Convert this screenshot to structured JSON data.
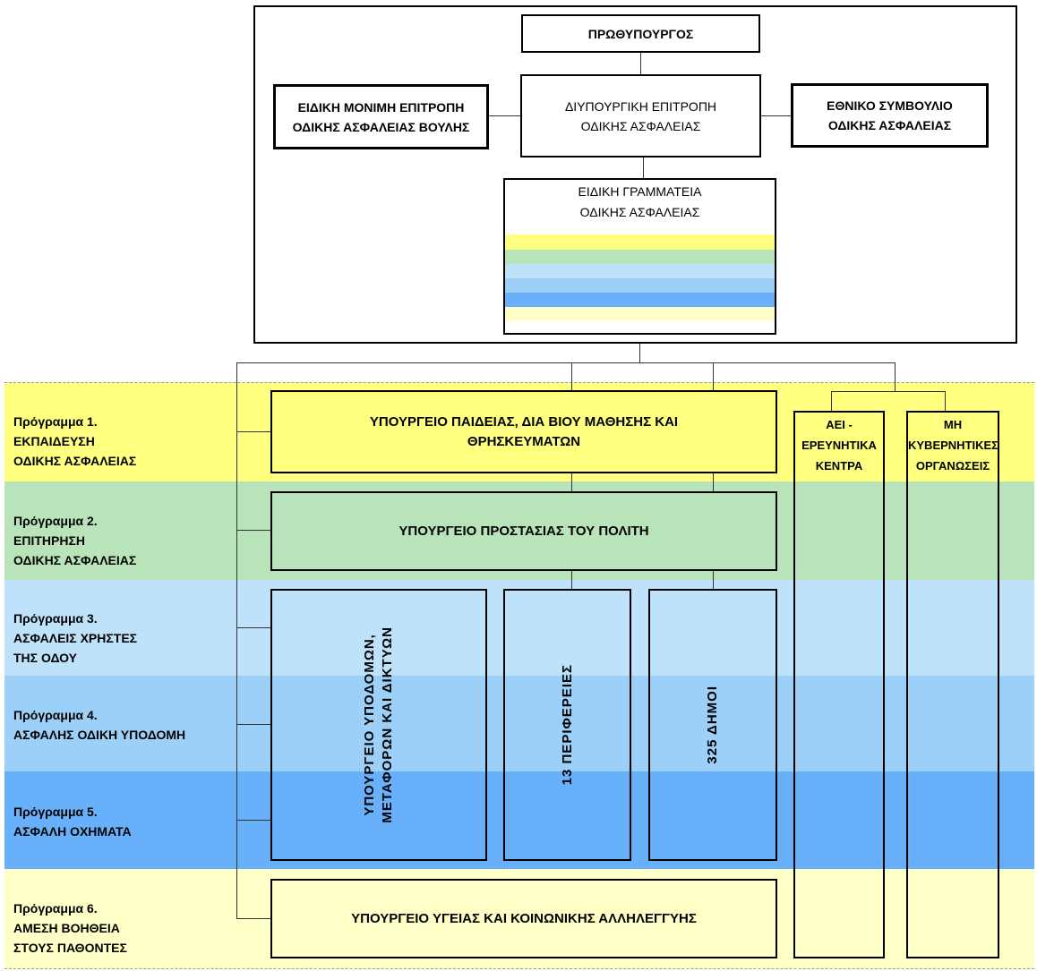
{
  "colors": {
    "band1": "#ffff80",
    "band2": "#b9e4b9",
    "band3": "#bde2fa",
    "band4": "#9dd0f8",
    "band5": "#68b1fa",
    "band6": "#ffffc8"
  },
  "top": {
    "pm": "ΠΡΩΘΥΠΟΥΡΓΟΣ",
    "committee_left": "ΕΙΔΙΚΗ ΜΟΝΙΜΗ ΕΠΙΤΡΟΠΗ\nΟΔΙΚΗΣ ΑΣΦΑΛΕΙΑΣ ΒΟΥΛΗΣ",
    "committee_center": "ΔΙΥΠΟΥΡΓΙΚΗ ΕΠΙΤΡΟΠΗ\nΟΔΙΚΗΣ ΑΣΦΑΛΕΙΑΣ",
    "council_right": "ΕΘΝΙΚΟ ΣΥΜΒΟΥΛΙΟ\nΟΔΙΚΗΣ ΑΣΦΑΛΕΙΑΣ",
    "secretariat": "ΕΙΔΙΚΗ ΓΡΑΜΜΑΤΕΙΑ\nΟΔΙΚΗΣ ΑΣΦΑΛΕΙΑΣ"
  },
  "programs": [
    {
      "label": "Πρόγραμμα 1.\nΕΚΠΑΙΔΕΥΣΗ\nΟΔΙΚΗΣ ΑΣΦΑΛΕΙΑΣ"
    },
    {
      "label": "Πρόγραμμα 2.\nΕΠΙΤΗΡΗΣΗ\nΟΔΙΚΗΣ ΑΣΦΑΛΕΙΑΣ"
    },
    {
      "label": "Πρόγραμμα 3.\nΑΣΦΑΛΕΙΣ ΧΡΗΣΤΕΣ\nΤΗΣ ΟΔΟΥ"
    },
    {
      "label": "Πρόγραμμα 4.\nΑΣΦΑΛΗΣ ΟΔΙΚΗ ΥΠΟΔΟΜΗ"
    },
    {
      "label": "Πρόγραμμα 5.\nΑΣΦΑΛΗ ΟΧΗΜΑΤΑ"
    },
    {
      "label": "Πρόγραμμα 6.\nΑΜΕΣΗ ΒΟΗΘΕΙΑ\nΣΤΟΥΣ ΠΑΘΟΝΤΕΣ"
    }
  ],
  "bodies": {
    "education": "ΥΠΟΥΡΓΕΙΟ  ΠΑΙΔΕΙΑΣ,  ΔΙΑ  ΒΙΟΥ  ΜΑΘΗΣΗΣ  ΚΑΙ\nΘΡΗΣΚΕΥΜΑΤΩΝ",
    "protection": "ΥΠΟΥΡΓΕΙΟ  ΠΡΟΣΤΑΣΙΑΣ  ΤΟΥ ΠΟΛΙΤΗ",
    "infrastructure": "ΥΠΟΥΡΓΕΙΟ ΥΠΟΔΟΜΩΝ,\nΜΕΤΑΦΟΡΩΝ ΚΑΙ ΔΙΚΤΥΩΝ",
    "regions": "13  ΠΕΡΙΦΕΡΕΙΕΣ",
    "municipalities": "325  ΔΗΜΟΙ",
    "health": "ΥΠΟΥΡΓΕΙΟ  ΥΓΕΙΑΣ  ΚΑΙ  ΚΟΙΝΩΝΙΚΗΣ  ΑΛΛΗΛΕΓΓΥΗΣ",
    "universities": "ΑΕΙ -\nΕΡΕΥΝΗΤΙΚΑ\nΚΕΝΤΡΑ",
    "ngos": "ΜΗ\nΚΥΒΕΡΝΗΤΙΚΕΣ\nΟΡΓΑΝΩΣΕΙΣ"
  }
}
